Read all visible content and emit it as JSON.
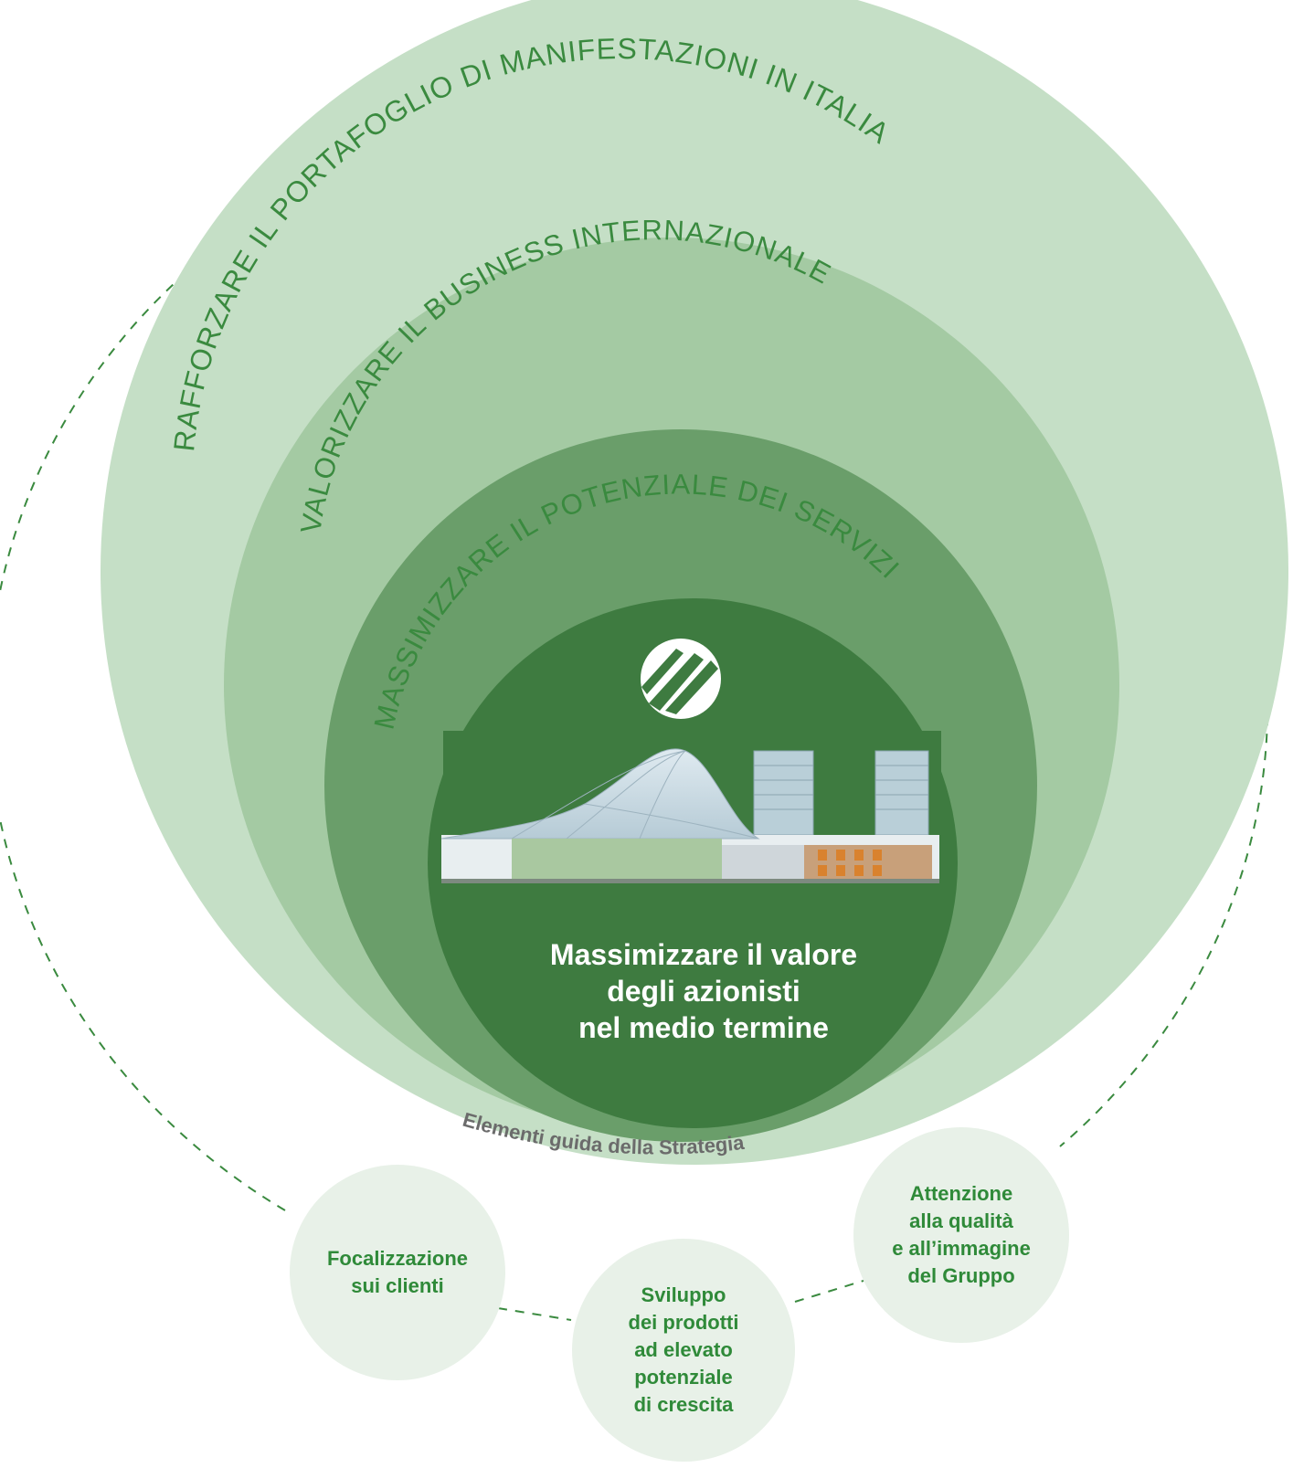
{
  "colors": {
    "outer_ring": "#c5dfc6",
    "ring_2": "#a4caa3",
    "ring_3": "#6a9e6a",
    "core": "#3e7b40",
    "dashed_line": "#3a8a3f",
    "ring_text": "#3a8a3f",
    "driver_circle": "#e8f1e8",
    "driver_text": "#2f8a39",
    "caption_text": "#6b6b6b"
  },
  "rings": {
    "outer": "RAFFORZARE IL PORTAFOGLIO DI MANIFESTAZIONI IN ITALIA",
    "middle": "VALORIZZARE IL BUSINESS INTERNAZIONALE",
    "inner": "MASSIMIZZARE IL POTENZIALE DEI SERVIZI"
  },
  "core": {
    "logo_icon": "company-logo-icon",
    "building_image": "exhibition-centre-building-icon",
    "title_lines": [
      "Massimizzare il valore",
      "degli azionisti",
      "nel medio termine"
    ]
  },
  "drivers": {
    "caption": "Elementi guida della Strategia",
    "items": [
      {
        "lines": [
          "Focalizzazione",
          "sui clienti"
        ]
      },
      {
        "lines": [
          "Sviluppo",
          "dei prodotti",
          "ad elevato",
          "potenziale",
          "di crescita"
        ]
      },
      {
        "lines": [
          "Attenzione",
          "alla qualità",
          "e all’immagine",
          "del Gruppo"
        ]
      }
    ]
  }
}
